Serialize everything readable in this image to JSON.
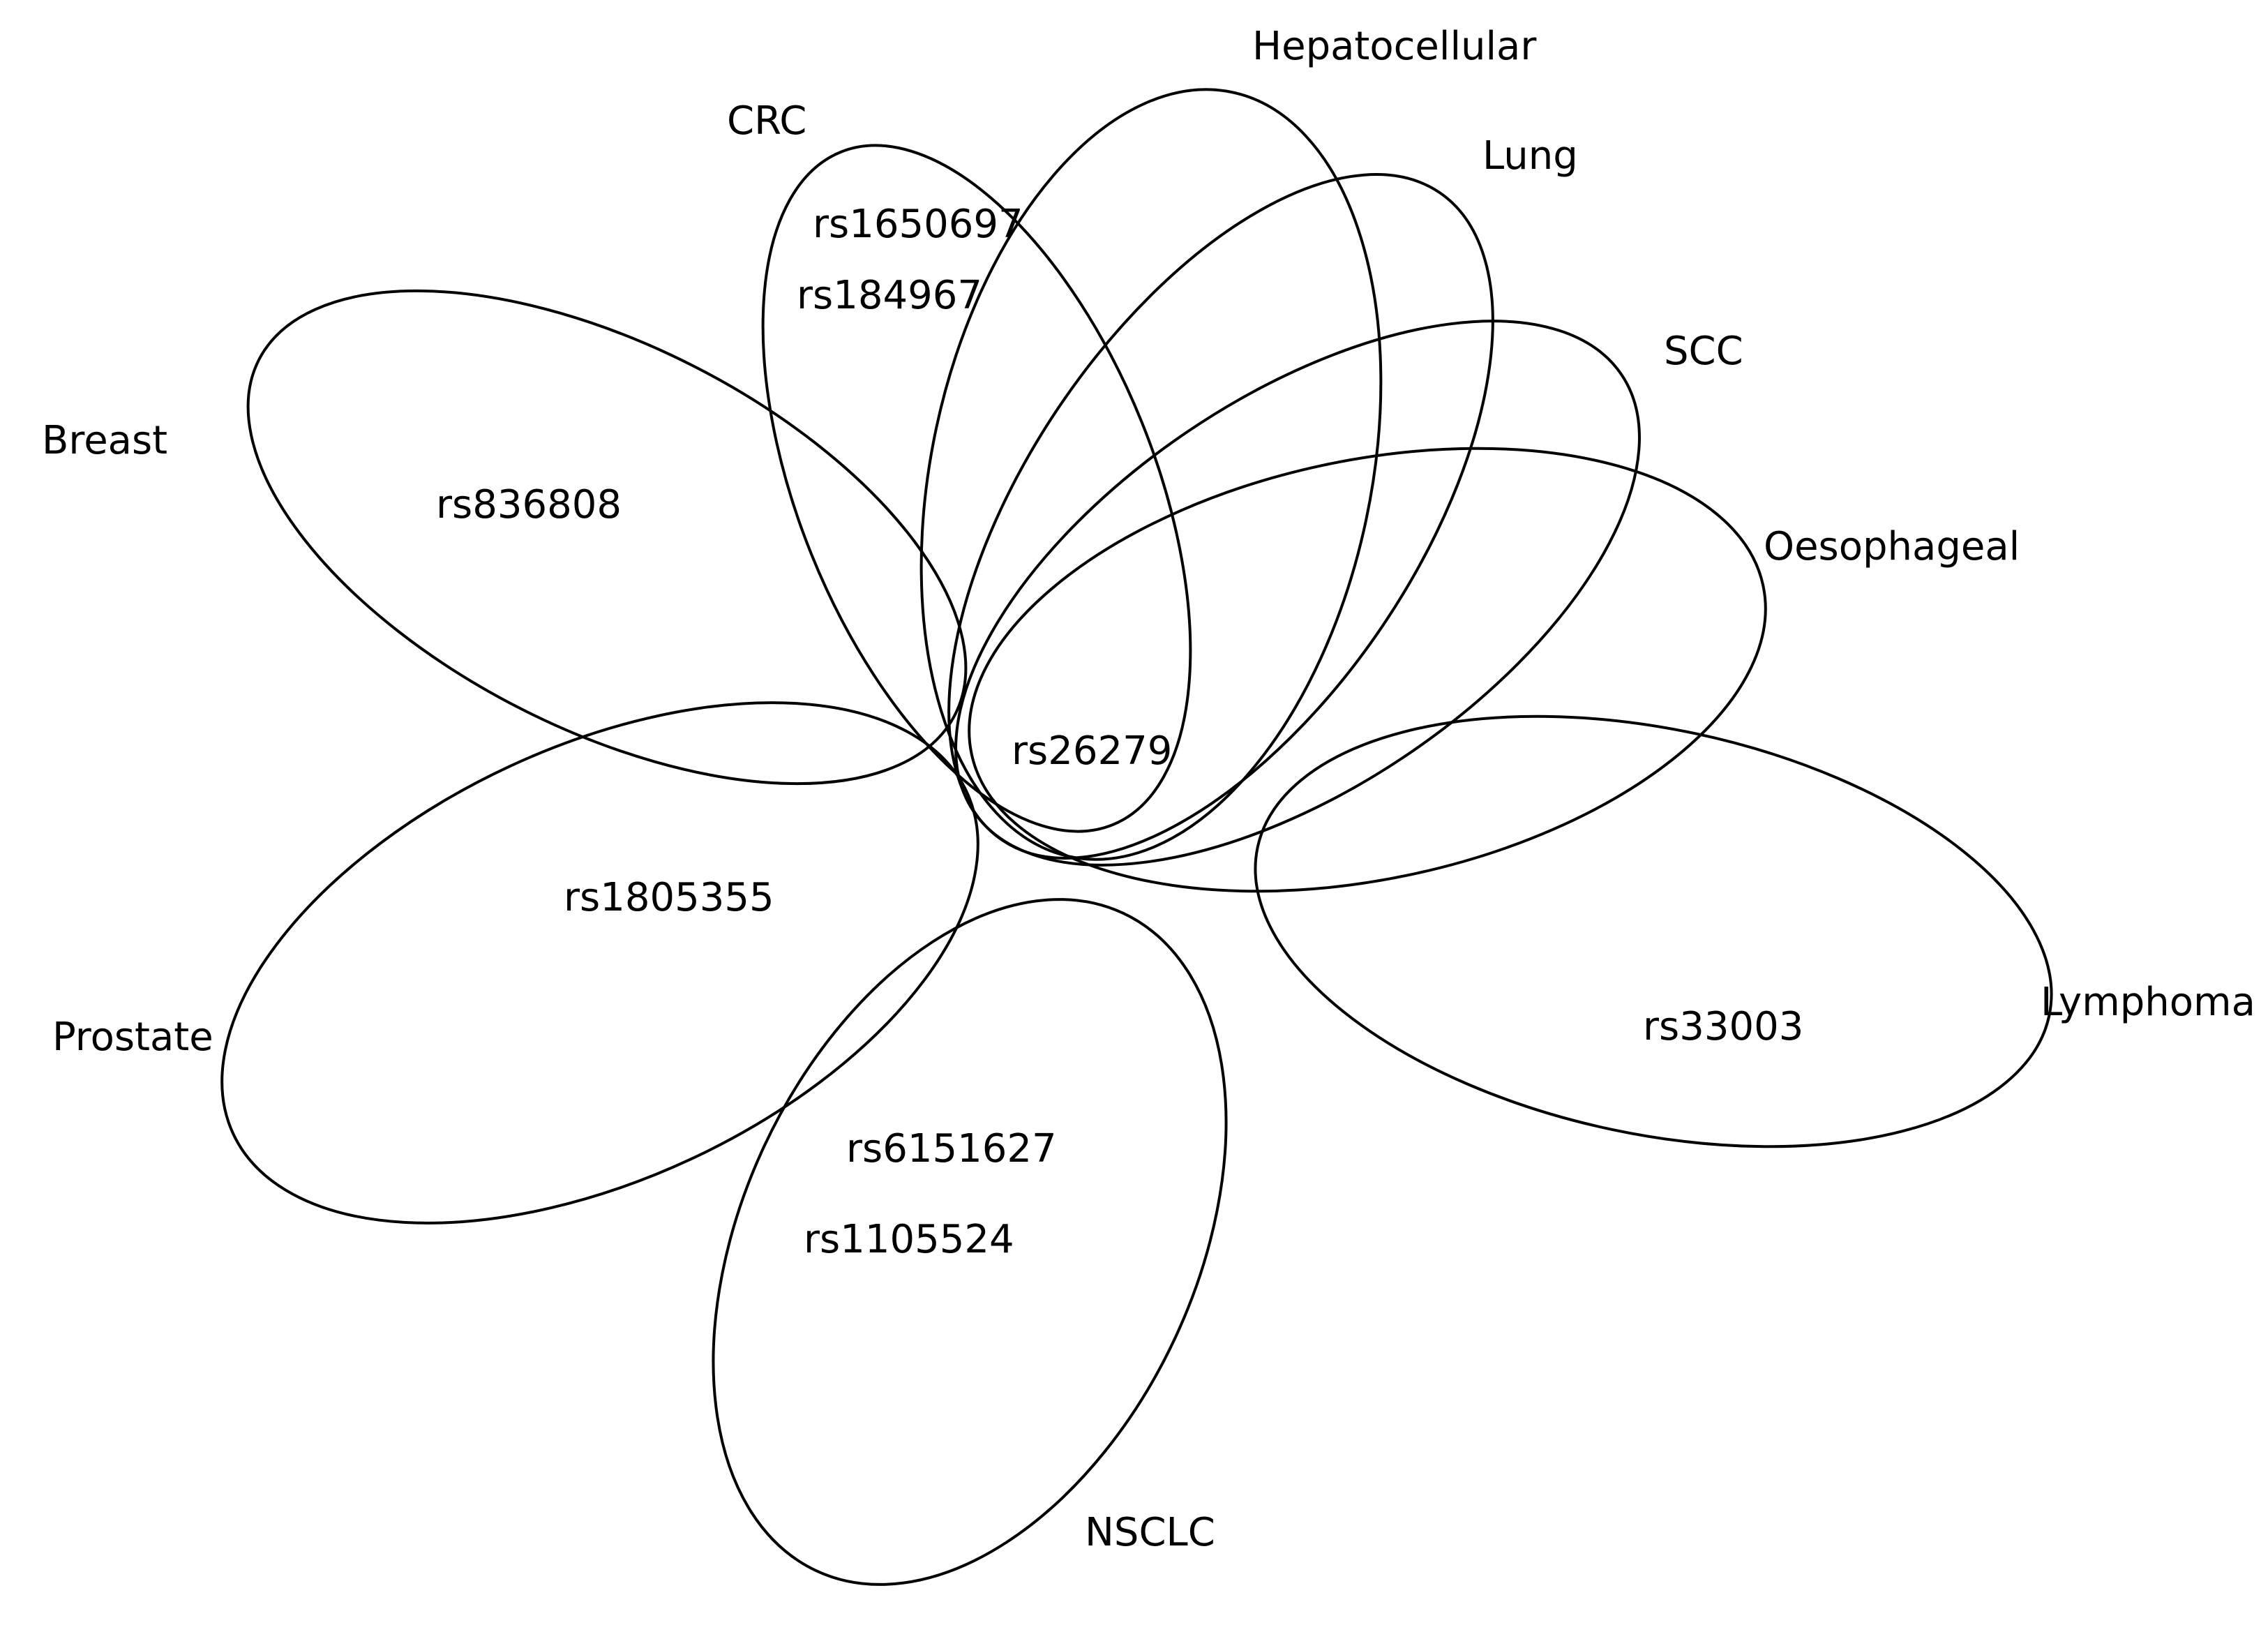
{
  "diagram": {
    "type": "venn-flower",
    "line_color": "#000000",
    "background": "#ffffff",
    "sets": {
      "crc": "CRC",
      "hepatocellular": "Hepatocellular",
      "lung": "Lung",
      "scc": "SCC",
      "oesophageal": "Oesophageal",
      "breast": "Breast",
      "prostate": "Prostate",
      "lymphoma": "Lymphoma",
      "nsclc": "NSCLC"
    },
    "snps": {
      "crc_1": "rs1650697",
      "crc_2": "rs184967",
      "breast": "rs836808",
      "shared": "rs26279",
      "prostate": "rs1805355",
      "lymphoma": "rs33003",
      "nsclc_1": "rs6151627",
      "nsclc_2": "rs1105524"
    }
  }
}
